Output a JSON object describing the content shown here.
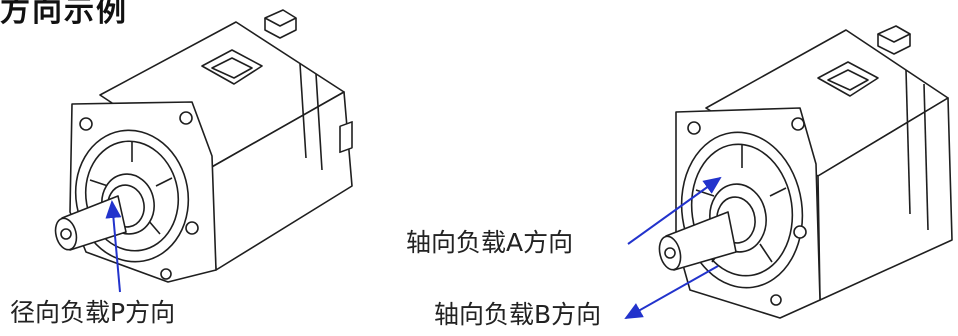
{
  "heading_fragment": "方向示例",
  "labels": {
    "radial": "径向负载P方向",
    "axial_a": "轴向负载A方向",
    "axial_b": "轴向负载B方向"
  },
  "colors": {
    "line": "#1f1f1f",
    "arrow": "#2233cc",
    "fill": "#ffffff"
  },
  "icons": [
    "servo-motor-icon",
    "servo-motor-icon"
  ]
}
